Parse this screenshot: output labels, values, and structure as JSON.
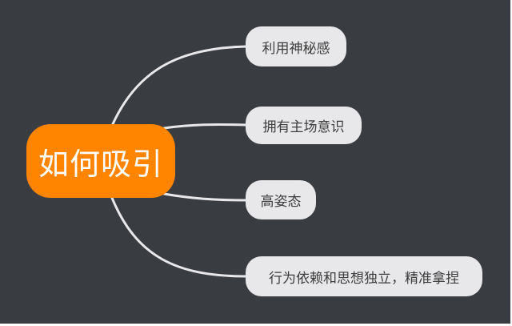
{
  "mindmap": {
    "root": {
      "label": "如何吸引",
      "color": "#ff8400"
    },
    "branches": [
      {
        "label": "利用神秘感"
      },
      {
        "label": "拥有主场意识"
      },
      {
        "label": "高姿态"
      },
      {
        "label": "行为依赖和思想独立，精准拿捏"
      }
    ],
    "colors": {
      "background": "#393c41",
      "node": "#e8e8ea",
      "line": "#e8e8ea",
      "text": "#3c3c3c"
    }
  }
}
